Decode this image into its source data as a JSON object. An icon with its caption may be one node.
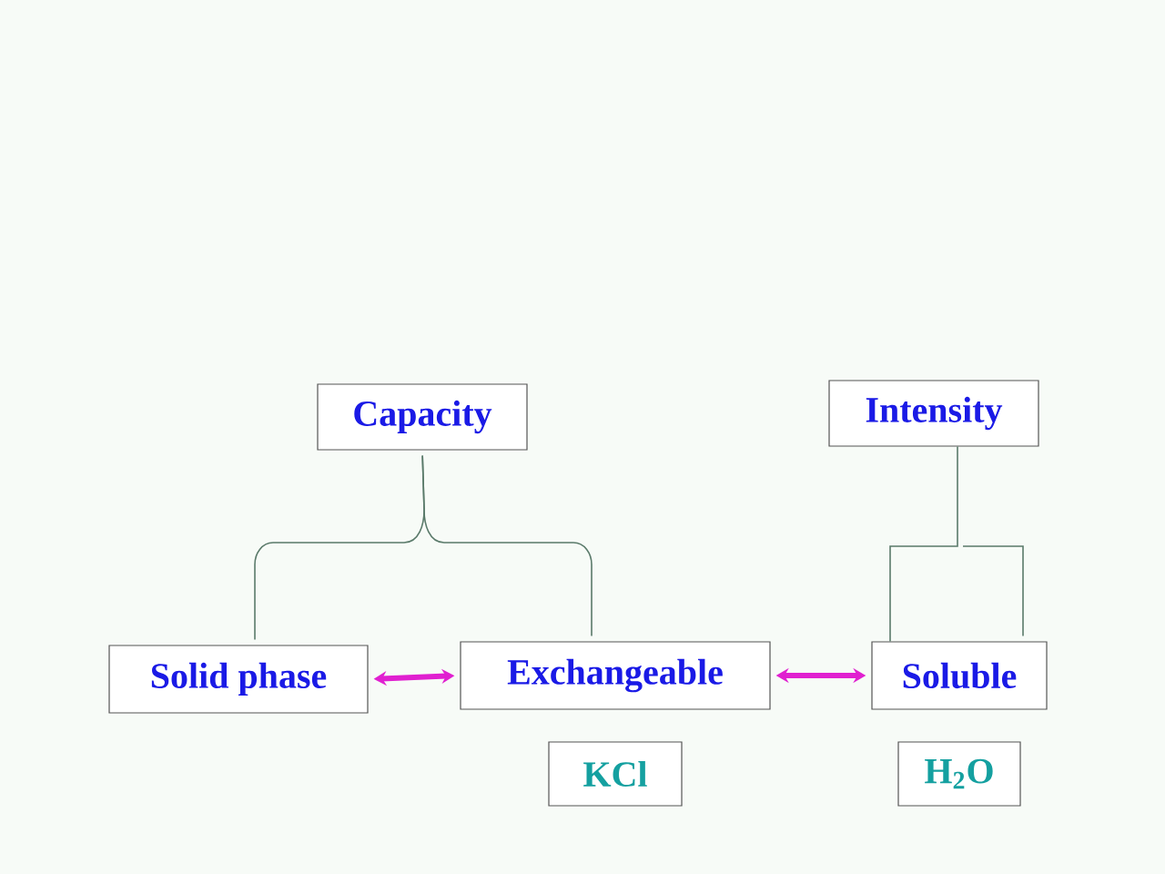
{
  "diagram": {
    "nodes": [
      {
        "text": [
          "Capacity"
        ]
      },
      {
        "text": [
          "Intensity"
        ]
      },
      {
        "text": [
          "Solid phase"
        ]
      },
      {
        "text": [
          "Exchangeable"
        ]
      },
      {
        "text": [
          "Soluble"
        ]
      },
      {
        "text": [
          "KCl"
        ]
      },
      {
        "text": [
          "H$_{2}$O"
        ]
      }
    ],
    "edges": [
      {
        "from": 0,
        "to": 2,
        "arrow": "none"
      },
      {
        "from": 0,
        "to": 3,
        "arrow": "none"
      },
      {
        "from": 1,
        "to": 4,
        "arrow": "none"
      },
      {
        "from": 2,
        "to": 3,
        "arrow": "both",
        "style": "thick",
        "color": "#e020d0"
      },
      {
        "from": 3,
        "to": 4,
        "arrow": "both",
        "style": "thick",
        "color": "#e020d0"
      }
    ]
  }
}
